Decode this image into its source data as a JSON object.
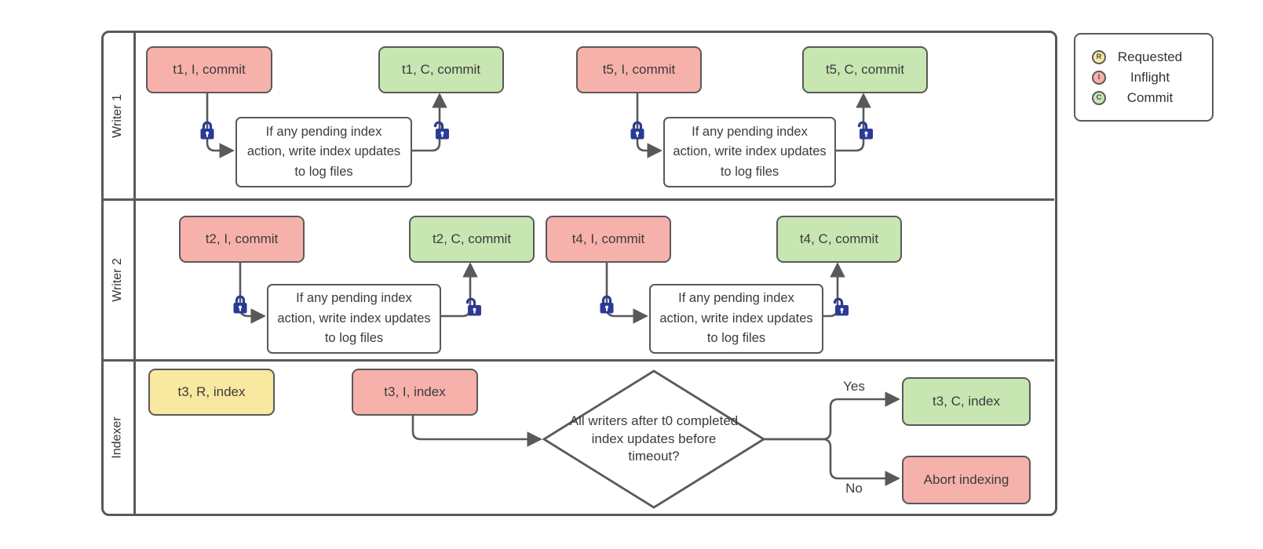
{
  "lanes": [
    {
      "label": "Writer 1"
    },
    {
      "label": "Writer 2"
    },
    {
      "label": "Indexer"
    }
  ],
  "nodes": {
    "t1_inflight": "t1, I, commit",
    "t1_commit": "t1, C, commit",
    "t5_inflight": "t5, I, commit",
    "t5_commit": "t5, C, commit",
    "t2_inflight": "t2, I, commit",
    "t2_commit": "t2, C, commit",
    "t4_inflight": "t4, I, commit",
    "t4_commit": "t4, C, commit",
    "t3_requested": "t3, R, index",
    "t3_inflight": "t3, I, index",
    "t3_commit": "t3, C, index",
    "abort": "Abort indexing"
  },
  "process_text": "If any pending index action, write index updates to log files",
  "decision_text": "All writers after t0 completed index updates before timeout?",
  "branch": {
    "yes": "Yes",
    "no": "No"
  },
  "colors": {
    "requested_fill": "#f8e8a0",
    "inflight_fill": "#f7b1ab",
    "commit_fill": "#c8e6b2",
    "shape_stroke": "#595959",
    "lock_blue": "#2b3a96",
    "text": "#3b3b3b"
  },
  "icons": {
    "closed_lock": "lock-closed-icon",
    "open_lock": "lock-open-icon"
  },
  "legend": {
    "items": [
      {
        "letter": "R",
        "label": "Requested",
        "color": "#f8e8a0"
      },
      {
        "letter": "I",
        "label": "Inflight",
        "color": "#f7b1ab"
      },
      {
        "letter": "C",
        "label": "Commit",
        "color": "#c8e6b2"
      }
    ]
  }
}
